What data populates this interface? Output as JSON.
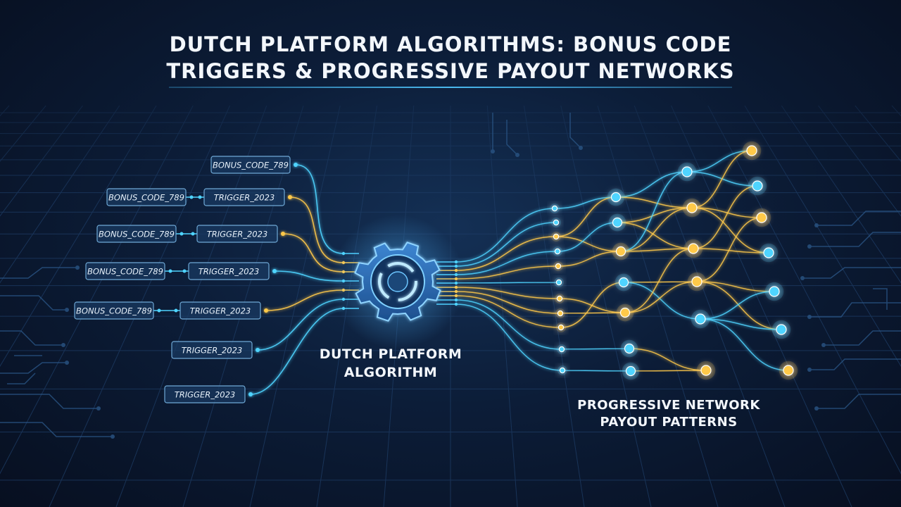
{
  "title": {
    "line1": "DUTCH PLATFORM ALGORITHMS: BONUS CODE",
    "line2": "TRIGGERS & PROGRESSIVE PAYOUT NETWORKS"
  },
  "captions": {
    "algorithm_line1": "DUTCH PLATFORM",
    "algorithm_line2": "ALGORITHM",
    "network_line1": "PROGRESSIVE NETWORK",
    "network_line2": "PAYOUT PATTERNS"
  },
  "inputs": {
    "bonus_code_label": "BONUS_CODE_789",
    "trigger_label": "TRIGGER_2023",
    "rows": [
      {
        "bonus": "BONUS_CODE_789",
        "trigger": ""
      },
      {
        "bonus": "BONUS_CODE_789",
        "trigger": "TRIGGER_2023"
      },
      {
        "bonus": "BONUS_CODE_789",
        "trigger": "TRIGGER_2023"
      },
      {
        "bonus": "BONUS_CODE_789",
        "trigger": "TRIGGER_2023"
      },
      {
        "bonus": "BONUS_CODE_789",
        "trigger": "TRIGGER_2023"
      },
      {
        "bonus": "",
        "trigger": "TRIGGER_2023"
      },
      {
        "bonus": "",
        "trigger": "TRIGGER_2023"
      }
    ]
  },
  "colors": {
    "cyan": "#4fd4ff",
    "gold": "#ffc94a",
    "gear": "#2d6fb8",
    "grid": "#1e3d66",
    "chip_border": "#6fa9d6",
    "chip_fill": "#1a3a62"
  },
  "icons": [
    "gear-icon"
  ]
}
